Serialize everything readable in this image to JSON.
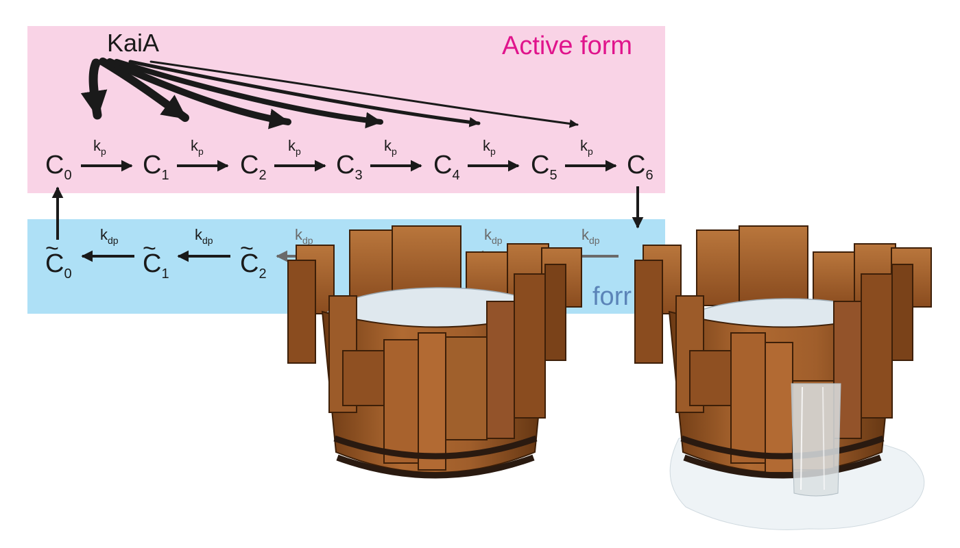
{
  "active_panel": {
    "title": "Active form",
    "title_color": "#e0148c",
    "bg_color": "#f9d3e6"
  },
  "inactive_panel": {
    "title_visible": "forr",
    "bg_color": "#aee0f6",
    "title_color": "#5b84b8"
  },
  "effector": {
    "label": "KaiA"
  },
  "active_nodes": [
    {
      "base": "C",
      "sub": "0"
    },
    {
      "base": "C",
      "sub": "1"
    },
    {
      "base": "C",
      "sub": "2"
    },
    {
      "base": "C",
      "sub": "3"
    },
    {
      "base": "C",
      "sub": "4"
    },
    {
      "base": "C",
      "sub": "5"
    },
    {
      "base": "C",
      "sub": "6"
    }
  ],
  "inactive_nodes": [
    {
      "base": "C",
      "sub": "0",
      "tilde": "~"
    },
    {
      "base": "C",
      "sub": "1",
      "tilde": "~"
    },
    {
      "base": "C",
      "sub": "2",
      "tilde": "~"
    }
  ],
  "forward_rate": {
    "base": "k",
    "sub": "p"
  },
  "backward_rate": {
    "base": "k",
    "sub": "dp"
  },
  "illustration": {
    "name": "Two wooden barrels (Liebig's barrel) with staves of different heights; right barrel overflowing with water",
    "wood_color": "#9a5a2a",
    "water_color": "#dfe8ee"
  }
}
